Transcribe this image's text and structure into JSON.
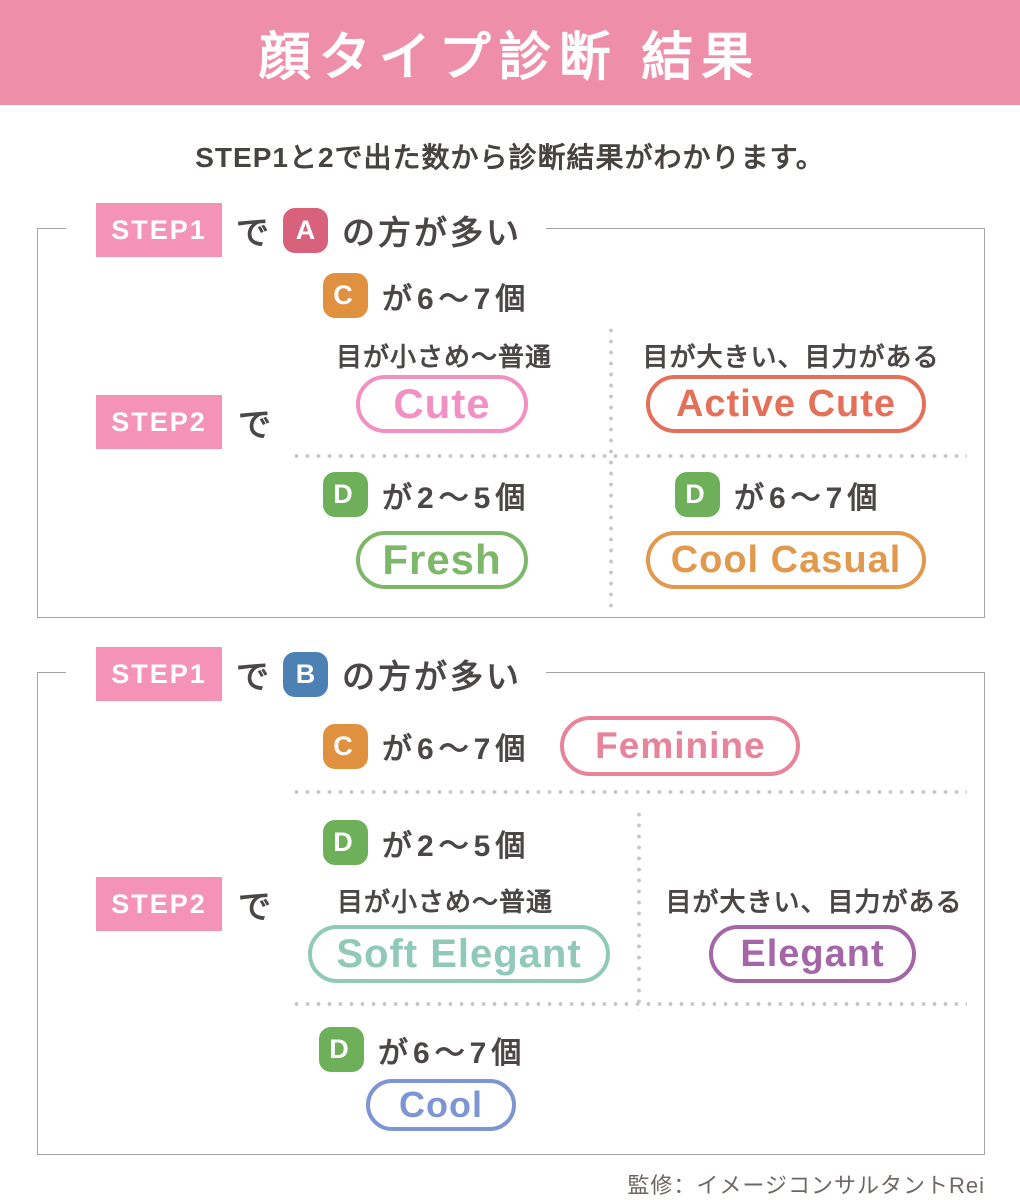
{
  "title": "顔タイプ診断 結果",
  "subtitle": "STEP1と2で出た数から診断結果がわかります。",
  "footer": "監修：イメージコンサルタントRei",
  "labels": {
    "step1": "STEP1",
    "step2": "STEP2",
    "de": "で",
    "more": "の方が多い",
    "count_67": "が6〜7個",
    "count_25": "が2〜5個",
    "eye_small": "目が小さめ〜普通",
    "eye_big": "目が大きい、目力がある"
  },
  "badges": {
    "a": {
      "text": "A",
      "color": "#d8617b"
    },
    "b": {
      "text": "B",
      "color": "#4d80b3"
    },
    "c": {
      "text": "C",
      "color": "#df9140"
    },
    "d": {
      "text": "D",
      "color": "#6eb05a"
    }
  },
  "results": {
    "cute": {
      "text": "Cute",
      "color": "#f28fc3"
    },
    "active_cute": {
      "text": "Active Cute",
      "color": "#e57059"
    },
    "fresh": {
      "text": "Fresh",
      "color": "#7db86a"
    },
    "cool_casual": {
      "text": "Cool Casual",
      "color": "#e1994d"
    },
    "feminine": {
      "text": "Feminine",
      "color": "#e7839a"
    },
    "soft_elegant": {
      "text": "Soft Elegant",
      "color": "#90c9b7"
    },
    "elegant": {
      "text": "Elegant",
      "color": "#a566a8"
    },
    "cool": {
      "text": "Cool",
      "color": "#7d96d3"
    }
  },
  "theme": {
    "header_bg": "#ee8ea8",
    "step_label_bg": "#f593b6",
    "text_dark": "#4b4747",
    "box_border": "#a3a3a3",
    "dot_color": "#c6c6c6"
  }
}
